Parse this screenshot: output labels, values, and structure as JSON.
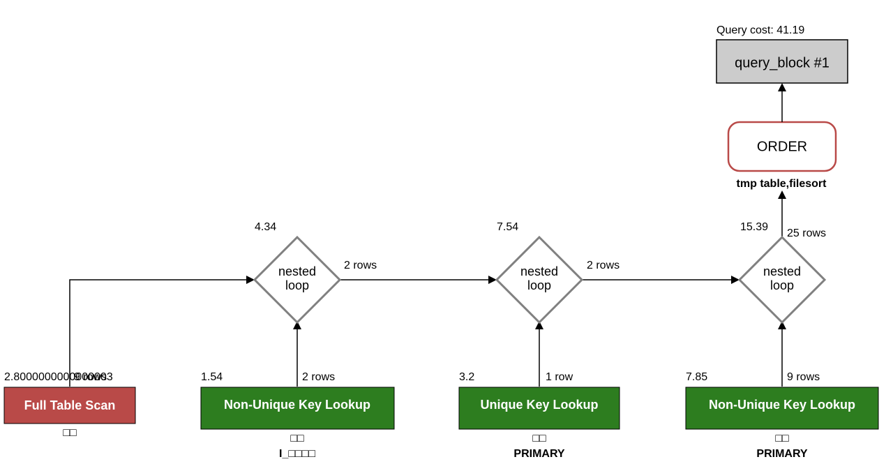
{
  "query_cost_label": "Query cost: 41.19",
  "query_block": {
    "label": "query_block #1"
  },
  "order_node": {
    "label": "ORDER",
    "sublabel": "tmp table,filesort"
  },
  "nested_loops": [
    {
      "label_line1": "nested",
      "label_line2": "loop",
      "cost": "4.34",
      "out_rows": "2 rows"
    },
    {
      "label_line1": "nested",
      "label_line2": "loop",
      "cost": "7.54",
      "out_rows": "2 rows"
    },
    {
      "label_line1": "nested",
      "label_line2": "loop",
      "cost": "15.39",
      "out_rows": "25 rows"
    }
  ],
  "access_nodes": [
    {
      "label": "Full Table Scan",
      "cost": "2.8000000000000003",
      "rows": "9 rows",
      "table": "□□",
      "key": "",
      "type": "full-scan",
      "color": "#b94a48"
    },
    {
      "label": "Non-Unique Key Lookup",
      "cost": "1.54",
      "rows": "2 rows",
      "table": "□□",
      "key": "I_□□□□",
      "type": "non-unique",
      "color": "#2d7d1f"
    },
    {
      "label": "Unique Key Lookup",
      "cost": "3.2",
      "rows": "1 row",
      "table": "□□",
      "key": "PRIMARY",
      "type": "unique",
      "color": "#2d7d1f"
    },
    {
      "label": "Non-Unique Key Lookup",
      "cost": "7.85",
      "rows": "9 rows",
      "table": "□□",
      "key": "PRIMARY",
      "type": "non-unique",
      "color": "#2d7d1f"
    }
  ],
  "colors": {
    "query_block_fill": "#cccccc",
    "order_border": "#b94a48",
    "diamond_stroke": "#808080",
    "edge": "#000000"
  }
}
